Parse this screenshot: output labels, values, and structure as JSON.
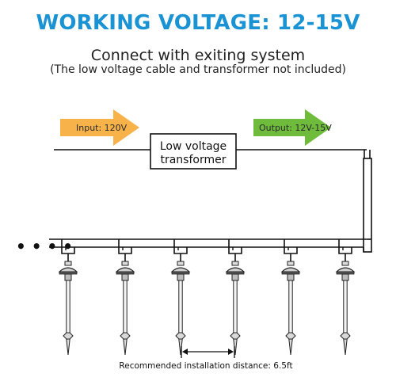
{
  "header": {
    "title": "WORKING VOLTAGE: 12-15V",
    "subtitle": "Connect with exiting system",
    "note": "(The low voltage cable and transformer not included)"
  },
  "diagram": {
    "input_label": "Input: 120V",
    "output_label": "Output: 12V-15V",
    "transformer_label_line1": "Low voltage",
    "transformer_label_line2": "transformer",
    "continuation": "• • • •",
    "distance_caption": "Recommended installation distance: 6.5ft",
    "colors": {
      "input_arrow": "#f7b24a",
      "output_arrow": "#6fbb3b",
      "title": "#1a93d4"
    }
  }
}
